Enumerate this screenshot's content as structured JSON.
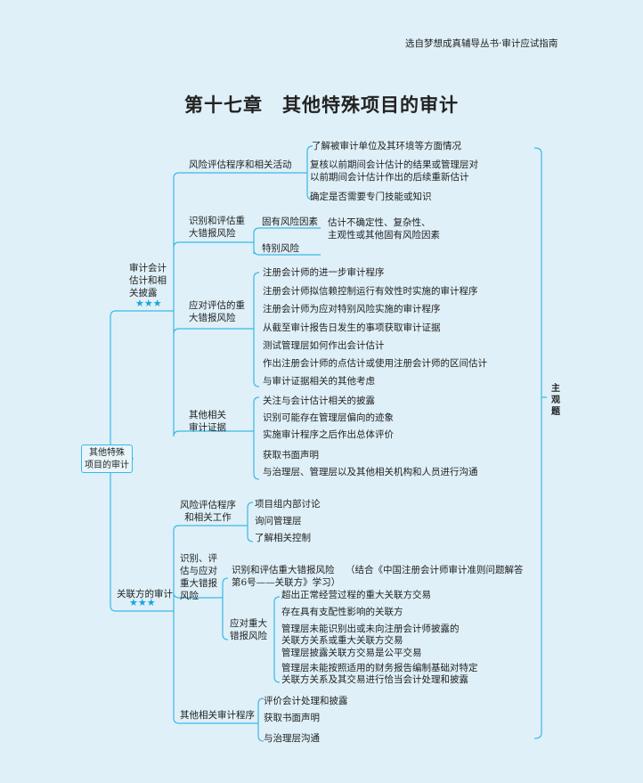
{
  "header": "选自梦想成真辅导丛书·审计应试指南",
  "title": "第十七章　其他特殊项目的审计",
  "side_label": "主观题",
  "root": [
    "其他特殊",
    "项目的审计"
  ],
  "branch1": {
    "label": [
      "审计会计",
      "估计和相",
      "关披露"
    ],
    "stars": "★★★",
    "risk_assess": {
      "label": "风险评估程序和相关活动",
      "items": [
        "了解被审计单位及其环境等方面情况",
        "复核以前期间会计估计的结果或管理层对",
        "以前期间会计估计作出的后续重新估计",
        "确定是否需要专门技能或知识"
      ]
    },
    "identify": {
      "label": [
        "识别和评估重",
        "大错报风险"
      ],
      "inherent": "固有风险因素",
      "inherent_detail": [
        "估计不确定性、复杂性、",
        "主观性或其他固有风险因素"
      ],
      "special": "特别风险"
    },
    "respond": {
      "label": [
        "应对评估的重",
        "大错报风险"
      ],
      "items": [
        "注册会计师的进一步审计程序",
        "注册会计师拟信赖控制运行有效性时实施的审计程序",
        "注册会计师为应对特别风险实施的审计程序",
        "从截至审计报告日发生的事项获取审计证据",
        "测试管理层如何作出会计估计",
        "作出注册会计师的点估计或使用注册会计师的区间估计",
        "与审计证据相关的其他考虑"
      ]
    },
    "other": {
      "label": [
        "其他相关",
        "审计证据"
      ],
      "items": [
        "关注与会计估计相关的披露",
        "识别可能存在管理层偏向的迹象",
        "实施审计程序之后作出总体评价",
        "获取书面声明",
        "与治理层、管理层以及其他相关机构和人员进行沟通"
      ]
    }
  },
  "branch2": {
    "label": "关联方的审计",
    "stars": "★★★",
    "risk_assess": {
      "label": [
        "风险评估程序",
        "和相关工作"
      ],
      "items": [
        "项目组内部讨论",
        "询问管理层",
        "了解相关控制"
      ]
    },
    "identify_respond": {
      "label": [
        "识别、评",
        "估与应对",
        "重大错报",
        "风险"
      ],
      "identify": "识别和评估重大错报风险",
      "note1": "（结合《中国注册会计师审计准则问题解答",
      "note2": "第6号——关联方》学习）",
      "respond": [
        "应对重大",
        "错报风险"
      ],
      "items": [
        "超出正常经营过程的重大关联方交易",
        "存在具有支配性影响的关联方",
        "管理层未能识别出或未向注册会计师披露的",
        "关联方关系或重大关联方交易",
        "管理层披露关联方交易是公平交易",
        "管理层未能按照适用的财务报告编制基础对特定",
        "关联方关系及其交易进行恰当会计处理和披露"
      ]
    },
    "other": {
      "label": "其他相关审计程序",
      "items": [
        "评价会计处理和披露",
        "获取书面声明",
        "与治理层沟通"
      ]
    }
  }
}
